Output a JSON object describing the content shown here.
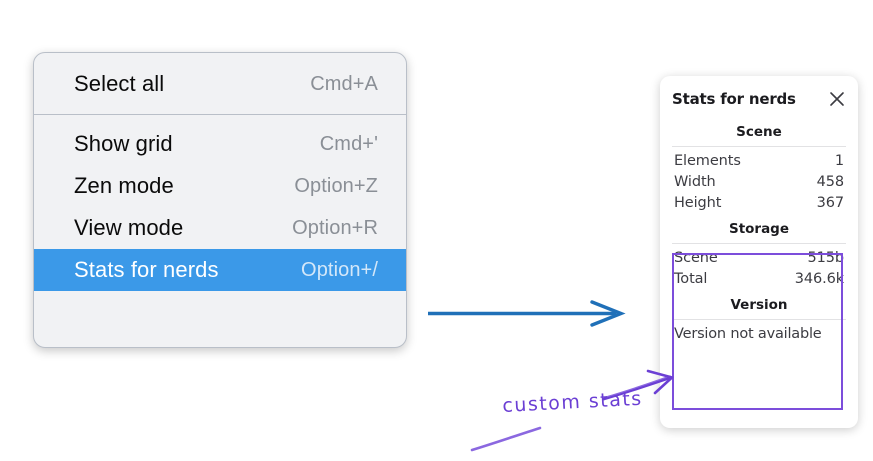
{
  "context_menu": {
    "groups": [
      {
        "items": [
          {
            "label": "Select all",
            "accel": "Cmd+A",
            "highlighted": false
          }
        ]
      },
      {
        "items": [
          {
            "label": "Show grid",
            "accel": "Cmd+'",
            "highlighted": false
          },
          {
            "label": "Zen mode",
            "accel": "Option+Z",
            "highlighted": false
          },
          {
            "label": "View mode",
            "accel": "Option+R",
            "highlighted": false
          },
          {
            "label": "Stats for nerds",
            "accel": "Option+/",
            "highlighted": true
          }
        ]
      }
    ],
    "highlight_color": "#3b99e8",
    "background_color": "#f1f2f4"
  },
  "stats_panel": {
    "title": "Stats for nerds",
    "close_icon": "close-icon",
    "sections": [
      {
        "title": "Scene",
        "rows": [
          {
            "key": "Elements",
            "value": "1"
          },
          {
            "key": "Width",
            "value": "458"
          },
          {
            "key": "Height",
            "value": "367"
          }
        ]
      },
      {
        "title": "Storage",
        "rows": [
          {
            "key": "Scene",
            "value": "515b"
          },
          {
            "key": "Total",
            "value": "346.6k"
          }
        ]
      },
      {
        "title": "Version",
        "single": "Version not available"
      }
    ]
  },
  "annotations": {
    "handwritten_label": "custom stats",
    "blue_arrow_color": "#2070b8",
    "purple_color": "#6b3fd4",
    "outline_color": "#7c4ddb"
  }
}
